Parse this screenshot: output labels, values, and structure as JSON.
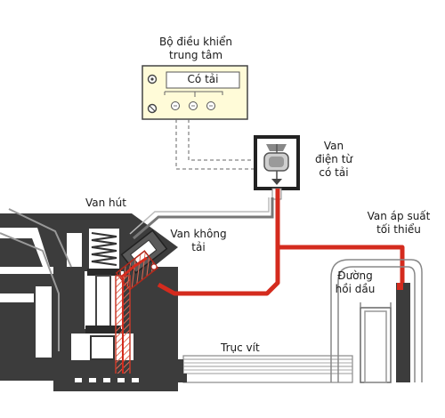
{
  "controller": {
    "title_line1": "Bộ điều khiển",
    "title_line2": "trung tâm",
    "display_text": "Có tải"
  },
  "labels": {
    "solenoid_line1": "Van",
    "solenoid_line2": "điện từ",
    "solenoid_line3": "có tải",
    "min_pressure_line1": "Van áp suất",
    "min_pressure_line2": "tối thiểu",
    "suction_valve": "Van hút",
    "unload_line1": "Van không",
    "unload_line2": "tải",
    "oil_return_line1": "Đường",
    "oil_return_line2": "hồi dầu",
    "screw": "Trục vít"
  },
  "colors": {
    "oil_line": "#d42b1e",
    "body_dark": "#3c3c3c",
    "line_gray": "#777777"
  }
}
